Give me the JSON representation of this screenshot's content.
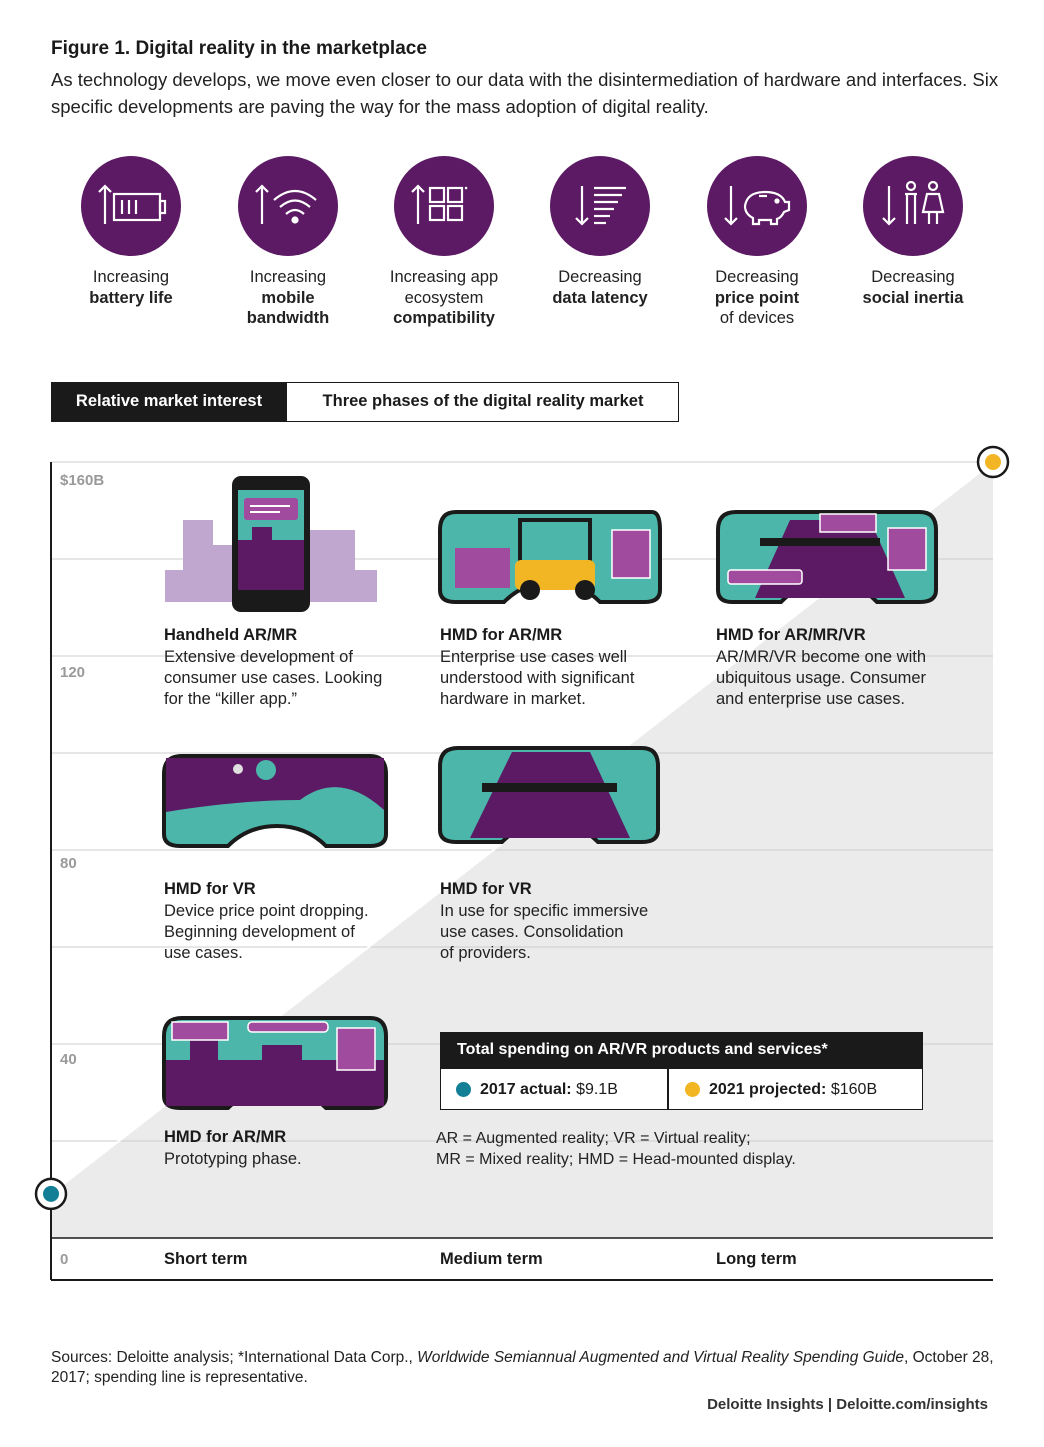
{
  "figure": {
    "title": "Figure 1. Digital reality in the marketplace",
    "subtitle": "As technology develops, we move even closer to our data with the disintermediation of hardware and interfaces. Six specific developments are paving the way for the mass adoption of digital reality."
  },
  "developments": [
    {
      "icon": "battery-icon",
      "line1": "Increasing",
      "bold": "battery life",
      "line3": ""
    },
    {
      "icon": "wifi-icon",
      "line1": "Increasing",
      "bold": "mobile bandwidth",
      "line3": ""
    },
    {
      "icon": "app-grid-icon",
      "line1": "Increasing app ecosystem",
      "bold": "compatibility",
      "line3": ""
    },
    {
      "icon": "latency-lines-icon",
      "line1": "Decreasing",
      "bold": "data latency",
      "line3": ""
    },
    {
      "icon": "piggy-bank-icon",
      "line1": "Decreasing",
      "bold": "price point",
      "line3": "of devices"
    },
    {
      "icon": "people-icon",
      "line1": "Decreasing",
      "bold": "social inertia",
      "line3": ""
    }
  ],
  "tabs": {
    "dark": "Relative market interest",
    "light": "Three phases of the digital reality market"
  },
  "chart_data": {
    "type": "area",
    "yticks": [
      "$160B",
      "120",
      "80",
      "40",
      "0"
    ],
    "ylim": [
      0,
      160
    ],
    "x": [
      "Short term",
      "Medium term",
      "Long term"
    ],
    "series": [
      {
        "values": [
          9.1,
          160
        ]
      }
    ],
    "grid": true
  },
  "phases": [
    {
      "title": "Handheld AR/MR",
      "desc": [
        "Extensive development of",
        "consumer use cases. Looking",
        "for the “killer app.”"
      ]
    },
    {
      "title": "HMD for AR/MR",
      "desc": [
        "Enterprise use cases well",
        "understood with significant",
        "hardware in market."
      ]
    },
    {
      "title": "HMD for AR/MR/VR",
      "desc": [
        "AR/MR/VR become one with",
        "ubiquitous usage. Consumer",
        "and enterprise use cases."
      ]
    },
    {
      "title": "HMD for VR",
      "desc": [
        "Device price point dropping.",
        "Beginning development of",
        "use cases."
      ]
    },
    {
      "title": "HMD for VR",
      "desc": [
        "In use for specific immersive",
        "use cases. Consolidation",
        "of providers."
      ]
    },
    {
      "title": "HMD for AR/MR",
      "desc": [
        "Prototyping phase."
      ]
    }
  ],
  "legend": {
    "title": "Total spending on AR/VR products and services*",
    "actual_label": "2017 actual:",
    "actual_value": "$9.1B",
    "projected_label": "2021 projected:",
    "projected_value": "$160B",
    "colors": {
      "actual": "#127f96",
      "projected": "#f2b624"
    }
  },
  "abbreviations": [
    "AR = Augmented reality; VR = Virtual reality;",
    "MR = Mixed reality; HMD = Head-mounted display."
  ],
  "sources": {
    "prefix": "Sources: Deloitte analysis; *International Data Corp., ",
    "italic": "Worldwide Semiannual Augmented and Virtual Reality Spending Guide",
    "suffix": ", October 28, 2017; spending line is representative."
  },
  "brand": "Deloitte Insights | Deloitte.com/insights",
  "colors": {
    "purple": "#5b1a63",
    "teal": "#4bb6a9",
    "lavender": "#c0a7cf",
    "area": "#ebebeb"
  }
}
